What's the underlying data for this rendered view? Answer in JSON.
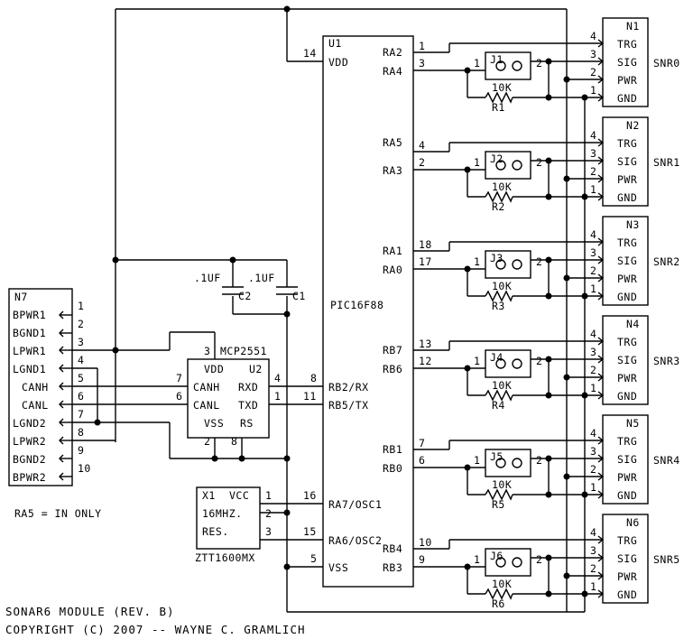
{
  "u1": {
    "ref": "U1",
    "part": "PIC16F88",
    "pins": {
      "vdd": {
        "num": "14",
        "name": "VDD"
      },
      "rb2": {
        "num": "8",
        "name": "RB2/RX"
      },
      "rb5": {
        "num": "11",
        "name": "RB5/TX"
      },
      "ra7": {
        "num": "16",
        "name": "RA7/OSC1"
      },
      "ra6": {
        "num": "15",
        "name": "RA6/OSC2"
      },
      "vss": {
        "num": "5",
        "name": "VSS"
      }
    }
  },
  "channels": [
    {
      "a": {
        "name": "RA2",
        "num": "1"
      },
      "b": {
        "name": "RA4",
        "num": "3"
      },
      "jumper": "J1",
      "resistor": "R1",
      "res_value": "10K",
      "connector": "N1",
      "label": "SNR0"
    },
    {
      "a": {
        "name": "RA5",
        "num": "4"
      },
      "b": {
        "name": "RA3",
        "num": "2"
      },
      "jumper": "J2",
      "resistor": "R2",
      "res_value": "10K",
      "connector": "N2",
      "label": "SNR1"
    },
    {
      "a": {
        "name": "RA1",
        "num": "18"
      },
      "b": {
        "name": "RA0",
        "num": "17"
      },
      "jumper": "J3",
      "resistor": "R3",
      "res_value": "10K",
      "connector": "N3",
      "label": "SNR2"
    },
    {
      "a": {
        "name": "RB7",
        "num": "13"
      },
      "b": {
        "name": "RB6",
        "num": "12"
      },
      "jumper": "J4",
      "resistor": "R4",
      "res_value": "10K",
      "connector": "N4",
      "label": "SNR3"
    },
    {
      "a": {
        "name": "RB1",
        "num": "7"
      },
      "b": {
        "name": "RB0",
        "num": "6"
      },
      "jumper": "J5",
      "resistor": "R5",
      "res_value": "10K",
      "connector": "N5",
      "label": "SNR4"
    },
    {
      "a": {
        "name": "RB4",
        "num": "10"
      },
      "b": {
        "name": "RB3",
        "num": "9"
      },
      "jumper": "J6",
      "resistor": "R6",
      "res_value": "10K",
      "connector": "N6",
      "label": "SNR5"
    }
  ],
  "sensor_pins": [
    {
      "num": "4",
      "name": "TRG"
    },
    {
      "num": "3",
      "name": "SIG"
    },
    {
      "num": "2",
      "name": "PWR"
    },
    {
      "num": "1",
      "name": "GND"
    }
  ],
  "jumper_pins": [
    "1",
    "2"
  ],
  "n7": {
    "ref": "N7",
    "pins": [
      {
        "name": "BPWR1",
        "num": "1"
      },
      {
        "name": "BGND1",
        "num": "2"
      },
      {
        "name": "LPWR1",
        "num": "3"
      },
      {
        "name": "LGND1",
        "num": "4"
      },
      {
        "name": "CANH",
        "num": "5"
      },
      {
        "name": "CANL",
        "num": "6"
      },
      {
        "name": "LGND2",
        "num": "7"
      },
      {
        "name": "LPWR2",
        "num": "8"
      },
      {
        "name": "BGND2",
        "num": "9"
      },
      {
        "name": "BPWR2",
        "num": "10"
      }
    ]
  },
  "u2": {
    "ref": "U2",
    "part": "MCP2551",
    "pins": {
      "vdd": {
        "num": "3",
        "name": "VDD"
      },
      "canh": {
        "num": "7",
        "name": "CANH"
      },
      "canl": {
        "num": "6",
        "name": "CANL"
      },
      "rxd": {
        "num": "4",
        "name": "RXD"
      },
      "txd": {
        "num": "1",
        "name": "TXD"
      },
      "vss": {
        "num": "2",
        "name": "VSS"
      },
      "rs": {
        "num": "8",
        "name": "RS"
      }
    }
  },
  "c1": {
    "ref": "C1",
    "value": ".1UF"
  },
  "c2": {
    "ref": "C2",
    "value": ".1UF"
  },
  "x1": {
    "ref": "X1",
    "vcc": "VCC",
    "freq": "16MHZ.",
    "res": "RES.",
    "part": "ZTT1600MX",
    "pins": [
      "1",
      "2",
      "3"
    ]
  },
  "note": "RA5 = IN ONLY",
  "title": "SONAR6 MODULE (REV. B)",
  "copyright": "COPYRIGHT (C) 2007 -- WAYNE C. GRAMLICH"
}
